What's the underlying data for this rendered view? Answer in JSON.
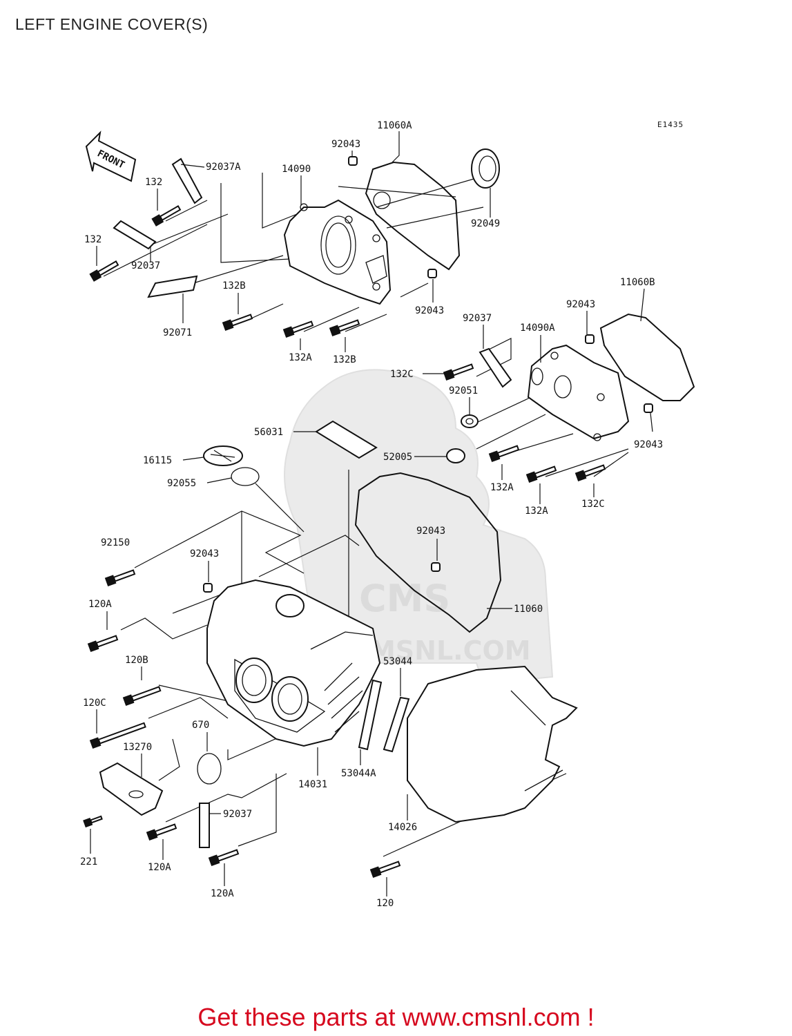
{
  "page": {
    "title": "LEFT ENGINE COVER(S)",
    "diagram_ref": "E1435",
    "front_label": "FRONT",
    "footer": "Get these parts at www.cmsnl.com !"
  },
  "watermark": {
    "brand": "CMS",
    "url": "WWW.CMSNL.COM"
  },
  "colors": {
    "footer_text": "#d6081e",
    "line": "#111111",
    "watermark": "#d8d8d8"
  },
  "callouts": [
    {
      "label": "11060A"
    },
    {
      "label": "92043"
    },
    {
      "label": "14090"
    },
    {
      "label": "92037A"
    },
    {
      "label": "132"
    },
    {
      "label": "132"
    },
    {
      "label": "92037"
    },
    {
      "label": "92071"
    },
    {
      "label": "132B"
    },
    {
      "label": "132A"
    },
    {
      "label": "132B"
    },
    {
      "label": "92049"
    },
    {
      "label": "92043"
    },
    {
      "label": "11060B"
    },
    {
      "label": "92043"
    },
    {
      "label": "92037"
    },
    {
      "label": "14090A"
    },
    {
      "label": "132C"
    },
    {
      "label": "92051"
    },
    {
      "label": "56031"
    },
    {
      "label": "16115"
    },
    {
      "label": "92055"
    },
    {
      "label": "52005"
    },
    {
      "label": "92043"
    },
    {
      "label": "132A"
    },
    {
      "label": "132A"
    },
    {
      "label": "132C"
    },
    {
      "label": "92150"
    },
    {
      "label": "92043"
    },
    {
      "label": "92043"
    },
    {
      "label": "120A"
    },
    {
      "label": "11060"
    },
    {
      "label": "120B"
    },
    {
      "label": "53044"
    },
    {
      "label": "120C"
    },
    {
      "label": "670"
    },
    {
      "label": "13270"
    },
    {
      "label": "14031"
    },
    {
      "label": "53044A"
    },
    {
      "label": "92037"
    },
    {
      "label": "14026"
    },
    {
      "label": "221"
    },
    {
      "label": "120A"
    },
    {
      "label": "120A"
    },
    {
      "label": "120"
    }
  ]
}
